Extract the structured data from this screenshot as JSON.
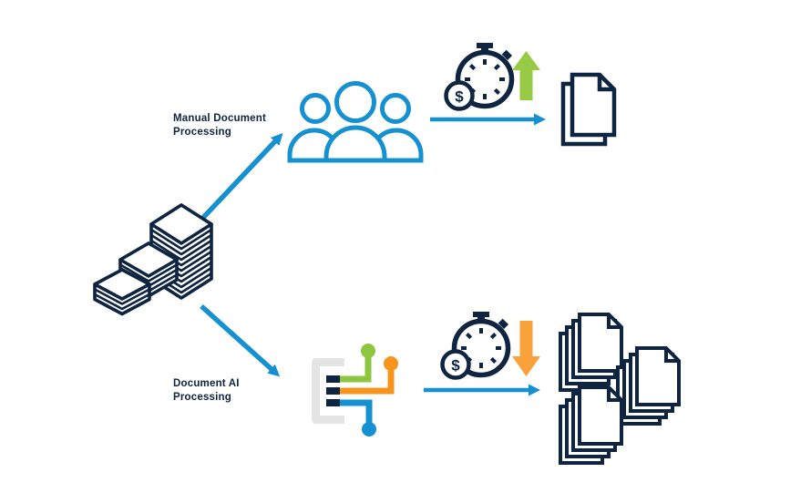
{
  "colors": {
    "blue": "#1590D1",
    "navy": "#0E2440",
    "green": "#8DC63F",
    "green-arrow": "#97CB45",
    "orange": "#F7941E",
    "orange-arrow": "#F9A13B",
    "gray": "#E4E4E4",
    "background": "#FFFFFF"
  },
  "diagram": {
    "labels": {
      "manual_line1": "Manual Document",
      "manual_line2": "Processing",
      "ai_line1": "Document AI",
      "ai_line2": "Processing"
    },
    "stopwatch": {
      "currency": "$"
    },
    "flows": {
      "source": "document-stack",
      "manual_path": [
        "people-group",
        "stopwatch-cost-up",
        "few-documents"
      ],
      "ai_path": [
        "ai-circuit",
        "stopwatch-cost-down",
        "many-documents"
      ]
    }
  }
}
